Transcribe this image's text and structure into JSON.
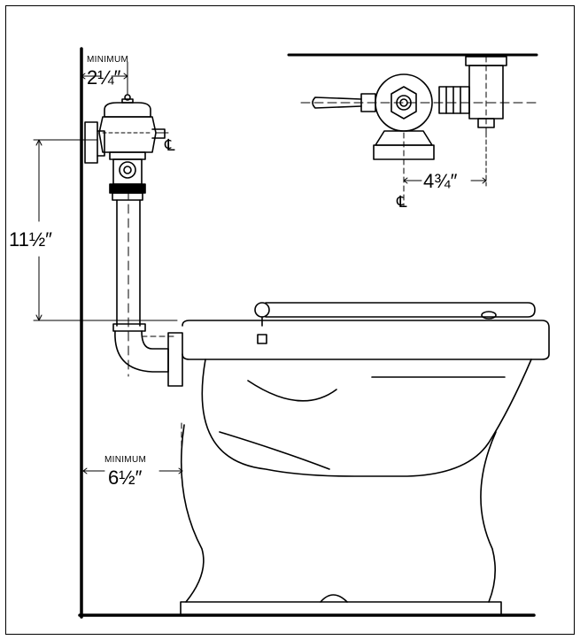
{
  "labels": {
    "min_top": "MINIMUM",
    "dim_top": "2¼″",
    "height": "11½″",
    "min_bottom": "MINIMUM",
    "dim_bottom": "6½″",
    "offset_right": "4¾″",
    "centerline_1": "℄",
    "centerline_2": "℄"
  },
  "colors": {
    "line": "#000000",
    "background": "#ffffff"
  }
}
